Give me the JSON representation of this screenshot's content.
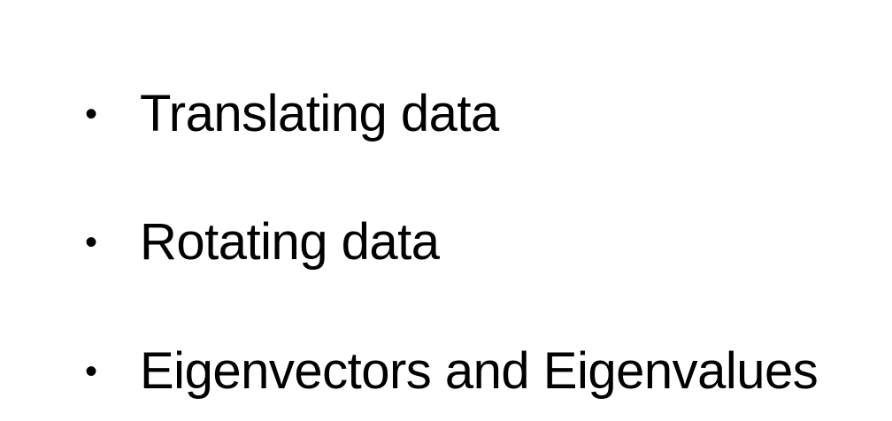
{
  "bullet_list": {
    "bullet_glyph": "•",
    "items": [
      {
        "label": "Translating data"
      },
      {
        "label": "Rotating data"
      },
      {
        "label": "Eigenvectors and Eigenvalues"
      }
    ]
  }
}
